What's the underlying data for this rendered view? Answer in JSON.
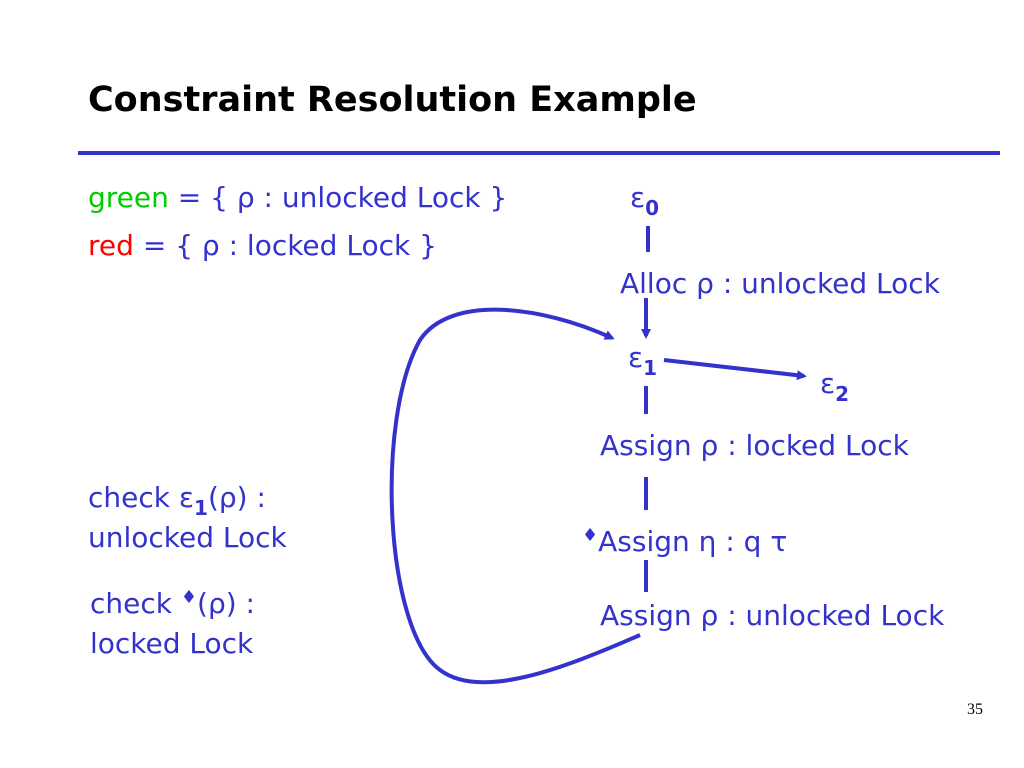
{
  "slide": {
    "title": "Constraint Resolution Example",
    "page_number": "35"
  },
  "definitions": {
    "green": {
      "name": "green",
      "eq": "=",
      "set": "{ ρ : unlocked Lock }"
    },
    "red": {
      "name": "red",
      "eq": "=",
      "set": "{ ρ : locked Lock }"
    }
  },
  "flow": {
    "e0": {
      "symbol": "ε",
      "sub": "0"
    },
    "alloc": "Alloc ρ : unlocked Lock",
    "e1": {
      "symbol": "ε",
      "sub": "1"
    },
    "e2": {
      "symbol": "ε",
      "sub": "2"
    },
    "assign_locked": "Assign ρ : locked Lock",
    "assign_eta_marker": "♦",
    "assign_eta": "Assign η : q τ",
    "assign_unlocked": "Assign ρ : unlocked Lock"
  },
  "checks": {
    "check1": {
      "prefix": "check ",
      "eps": "ε",
      "sub": "1",
      "suffix": "(ρ) :",
      "line2": "unlocked Lock"
    },
    "check2": {
      "prefix": "check ",
      "marker": "♦",
      "suffix": "(ρ) :",
      "line2": "locked Lock"
    }
  },
  "colors": {
    "accent": "#3333cc",
    "green": "#00cc00",
    "red": "#ff0000"
  }
}
